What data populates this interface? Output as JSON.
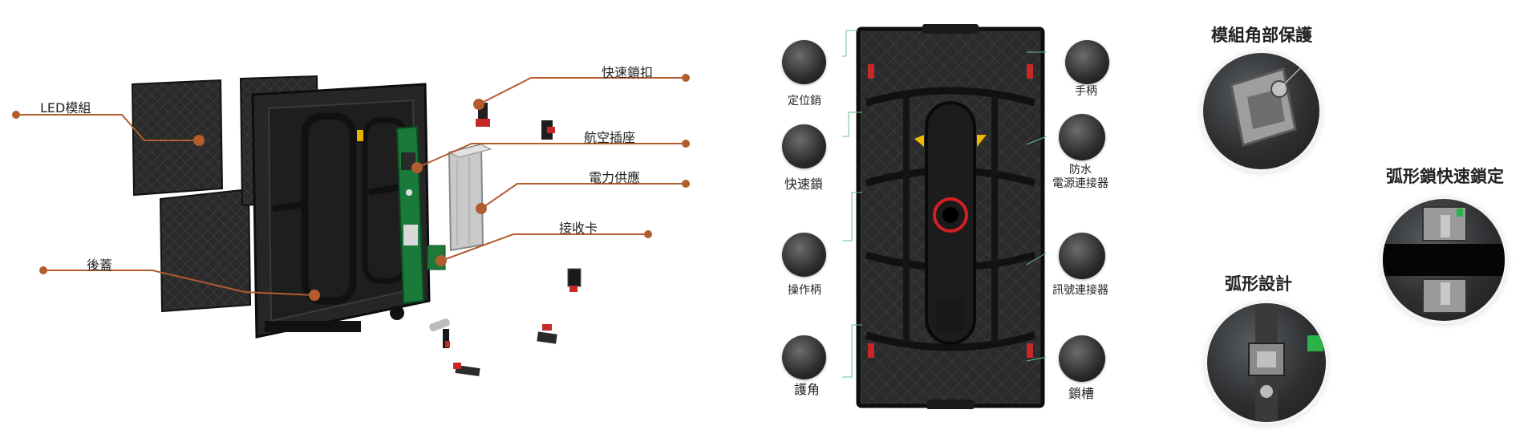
{
  "exploded": {
    "led_module": "LED模組",
    "back_cover": "後蓋",
    "quick_lock": "快速鎖扣",
    "aviation_socket": "航空插座",
    "power_supply": "電力供應",
    "receiving_card": "接收卡"
  },
  "back_view": {
    "locating_pin": "定位銷",
    "quick_lock": "快速鎖",
    "operating_handle": "操作柄",
    "corner_guard": "護角",
    "handle": "手柄",
    "waterproof_line1": "防水",
    "waterproof_line2": "電源連接器",
    "signal_connector": "訊號連接器",
    "lock_slot": "鎖槽"
  },
  "features": {
    "corner_protection": "模組角部保護",
    "arc_design": "弧形設計",
    "arc_lock_quick_lock": "弧形鎖快速鎖定"
  },
  "colors": {
    "callout_line": "#b35c2e",
    "back_view_leader": "#6ac18a",
    "accent_red": "#c62828",
    "panel_dark": "#2a2a2a"
  }
}
